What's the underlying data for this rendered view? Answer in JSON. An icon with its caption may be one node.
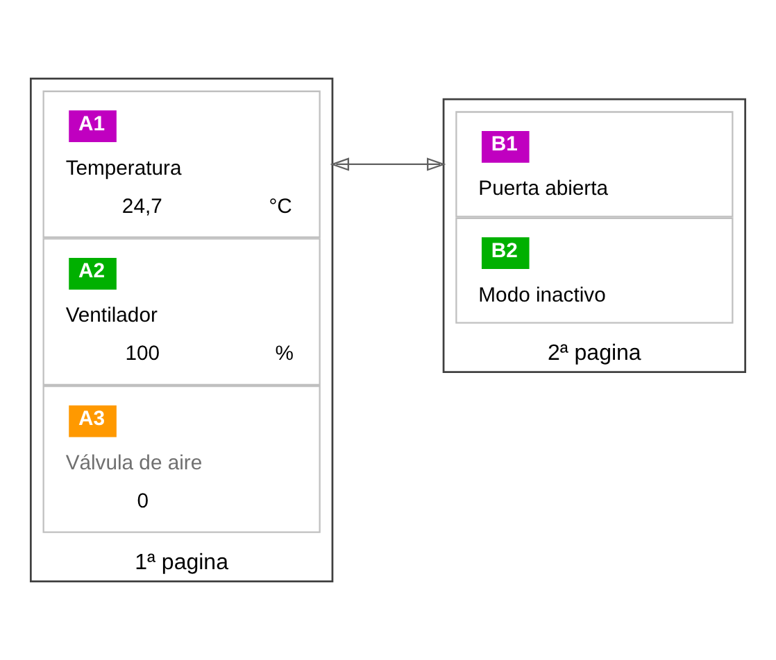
{
  "diagram": {
    "nodes": [
      {
        "text": [],
        "shape": "box",
        "beside": [
          "1ª pagina"
        ]
      },
      {
        "text": [
          "A1",
          "Temperatura",
          "24,7",
          "°C"
        ],
        "in": 0
      },
      {
        "text": [
          "A2",
          "Ventilador",
          "100",
          "%"
        ],
        "in": 0
      },
      {
        "text": [
          "A3",
          "Válvula de aire",
          "0"
        ],
        "in": 0
      },
      {
        "text": [],
        "shape": "box",
        "beside": [
          "2ª pagina"
        ]
      },
      {
        "text": [
          "B1",
          "Puerta abierta"
        ],
        "in": 4
      },
      {
        "text": [
          "B2",
          "Modo inactivo"
        ],
        "in": 4
      }
    ],
    "edges": [
      {
        "from": 0,
        "to": 4,
        "arrow": "both"
      }
    ]
  }
}
